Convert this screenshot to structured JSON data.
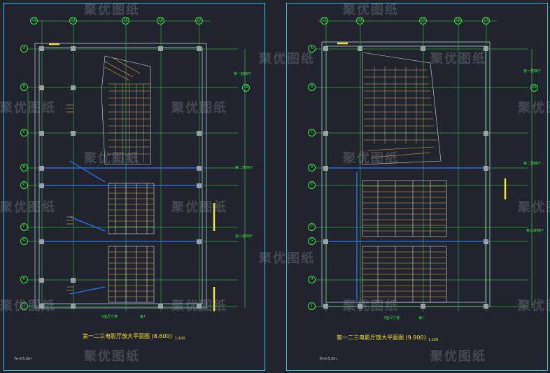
{
  "sheets": [
    {
      "title": "第一二三电影厅放大平面图 (8.600)",
      "scale": "1:100",
      "size_label": "7m×5.3m",
      "axis_left": [
        "A",
        "B",
        "C",
        "D",
        "E",
        "F",
        "G",
        "H",
        "J"
      ],
      "axis_top": [
        "13",
        "14",
        "15",
        "16",
        "17",
        "18"
      ],
      "hall_labels": [
        "第一放映厅",
        "第二放映厅",
        "第三放映厅"
      ],
      "seat_label_a": "7座尺寸排",
      "seat_label_b": "每?"
    },
    {
      "title": "第一二三电影厅放大平面图 (9.900)",
      "scale": "1:100",
      "size_label": "7m×5.3m",
      "axis_left": [
        "A",
        "B",
        "C",
        "D",
        "E",
        "F",
        "G",
        "H",
        "J"
      ],
      "axis_top": [
        "13",
        "14",
        "15",
        "16",
        "17",
        "18"
      ],
      "hall_labels": [
        "第一放映厅",
        "第二放映厅",
        "第三放映厅"
      ],
      "seat_label_a": "7座尺寸排",
      "seat_label_b": "每?"
    }
  ],
  "watermark_text": "聚优图纸",
  "colors": {
    "background": "#21242d",
    "frame": "#2ec4d6",
    "axis": "#38e048",
    "seat": "#e6a84a",
    "wall": "#8fa8b8",
    "column": "#9aa0a6",
    "blue_grid": "#2a6ad8",
    "title": "#f0e23a"
  }
}
